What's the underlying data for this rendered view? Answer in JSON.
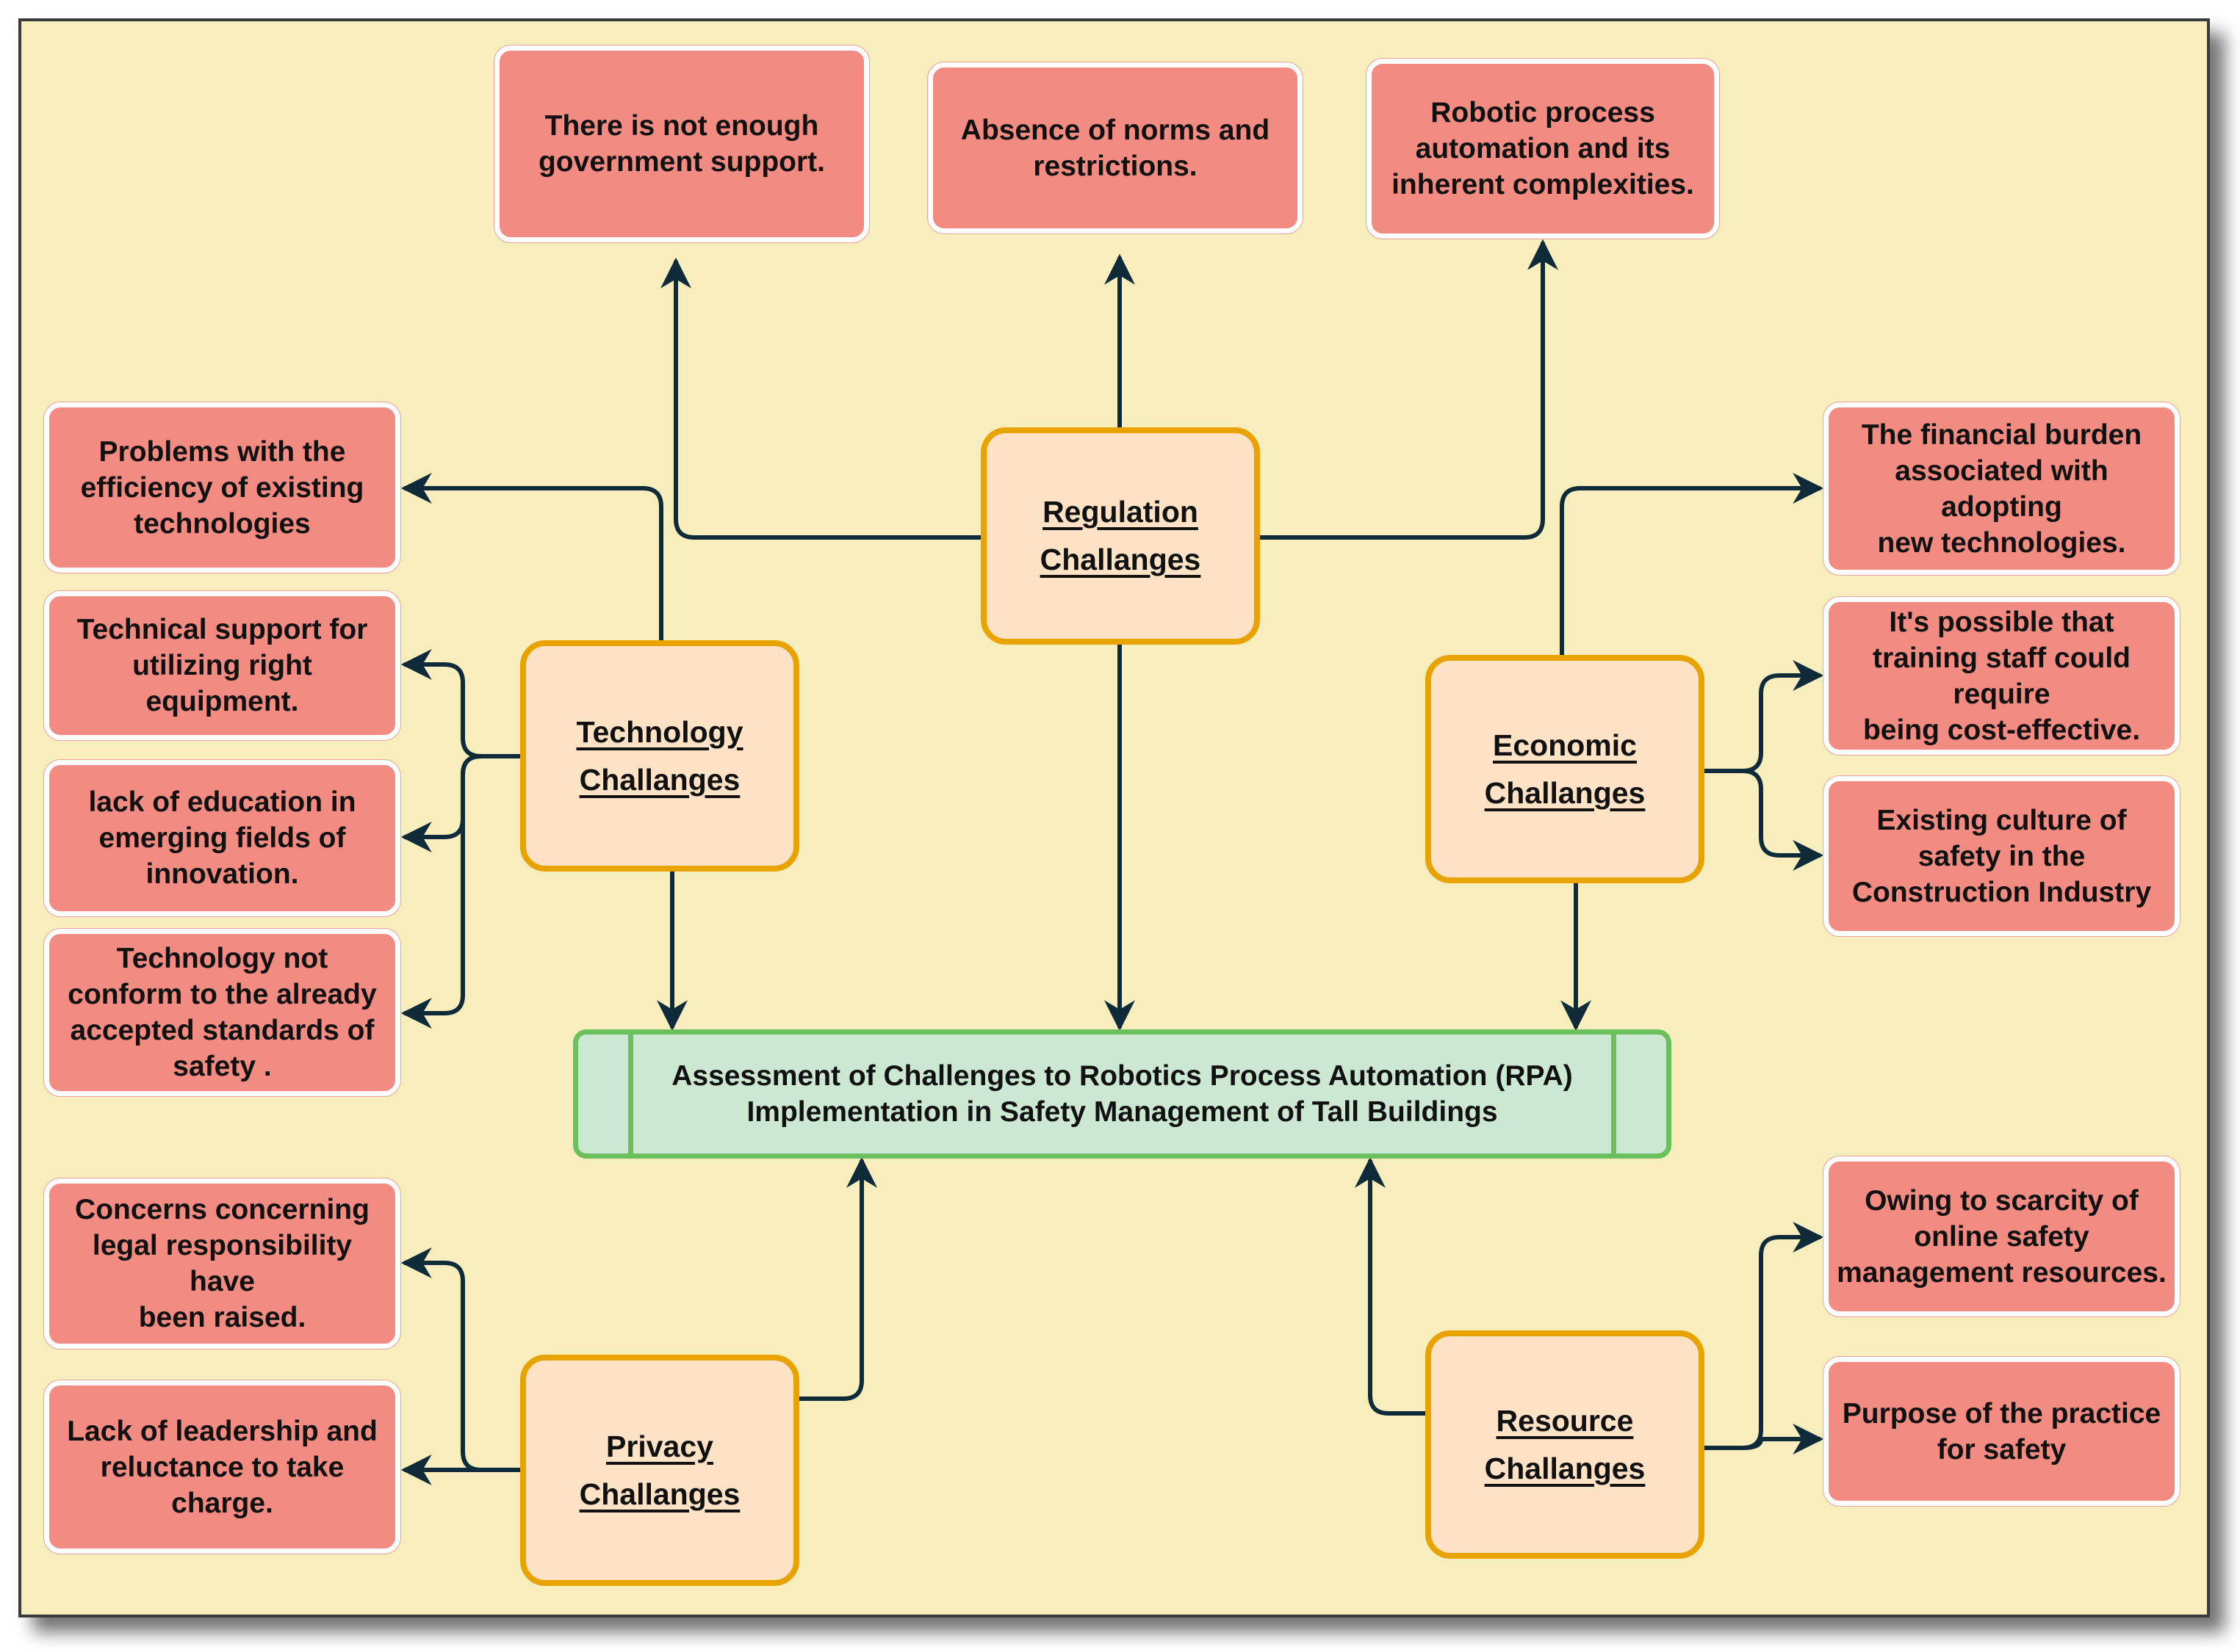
{
  "colors": {
    "background": "#f8edbd",
    "leaf_fill": "#f28b82",
    "category_fill": "#fde2c5",
    "category_border": "#e9a300",
    "center_fill": "#cce8d2",
    "center_border": "#6bbf5c",
    "connector": "#0f2b3a"
  },
  "center": {
    "text": "Assessment of Challenges to Robotics Process Automation (RPA) Implementation in Safety Management of Tall Buildings"
  },
  "categories": {
    "regulation": "Regulation\nChallanges",
    "technology": "Technology\nChallanges",
    "economic": "Economic \nChallanges",
    "privacy": "Privacy\nChallanges",
    "resource": "Resource\nChallanges"
  },
  "leaves": {
    "regulation": [
      "There is not enough government support.",
      "Absence of norms and restrictions.",
      "Robotic process automation and its inherent complexities."
    ],
    "technology": [
      "Problems with the efficiency of existing technologies",
      "Technical support for utilizing right equipment.",
      "lack of education in emerging fields of innovation.",
      "Technology  not conform to the already accepted standards of safety ."
    ],
    "economic": [
      "The financial burden associated with adopting\nnew technologies.",
      "It's possible that training staff could require\nbeing cost-effective.",
      "Existing culture of safety in the Construction Industry"
    ],
    "privacy": [
      "Concerns concerning legal responsibility have\nbeen raised.",
      "Lack of leadership and reluctance to take charge."
    ],
    "resource": [
      "Owing to scarcity of online safety management resources.",
      "Purpose of the practice for safety"
    ]
  }
}
